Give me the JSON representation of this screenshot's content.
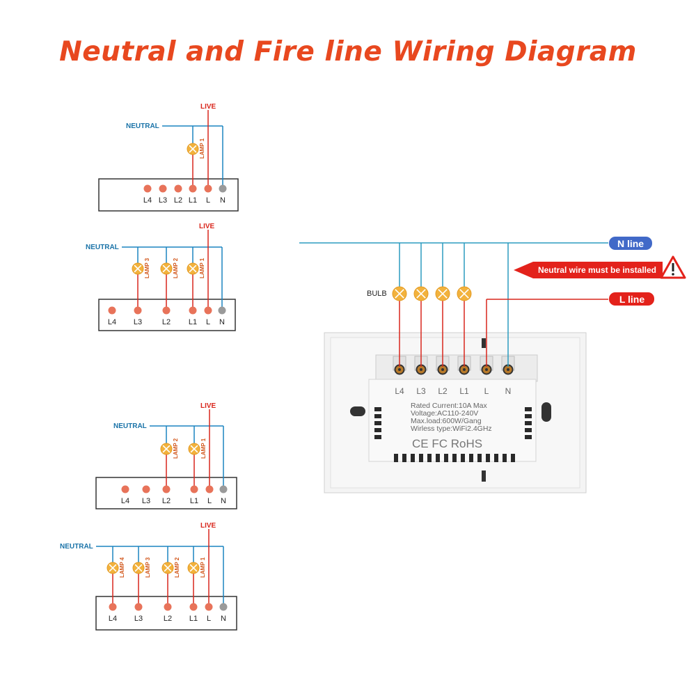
{
  "title": "Neutral and Fire line Wiring Diagram",
  "colors": {
    "title": "#e8481f",
    "neutral_wire": "#1a84c0",
    "live_wire": "#d9261c",
    "terminal": "#e8735a",
    "neutral_terminal": "#9a9a9a",
    "lamp": "#f2b23d"
  },
  "small_diagrams": [
    {
      "live_label": "LIVE",
      "neutral_label": "NEUTRAL",
      "terminals": [
        "L4",
        "L3",
        "L2",
        "L1",
        "L",
        "N"
      ],
      "lamps": [
        "LAMP 1"
      ]
    },
    {
      "live_label": "LIVE",
      "neutral_label": "NEUTRAL",
      "terminals": [
        "L4",
        "L3",
        "L2",
        "L1",
        "L",
        "N"
      ],
      "lamps": [
        "LAMP 3",
        "LAMP 2",
        "LAMP 1"
      ]
    },
    {
      "live_label": "LIVE",
      "neutral_label": "NEUTRAL",
      "terminals": [
        "L4",
        "L3",
        "L2",
        "L1",
        "L",
        "N"
      ],
      "lamps": [
        "LAMP 2",
        "LAMP 1"
      ]
    },
    {
      "live_label": "LIVE",
      "neutral_label": "NEUTRAL",
      "terminals": [
        "L4",
        "L3",
        "L2",
        "L1",
        "L",
        "N"
      ],
      "lamps": [
        "LAMP 4",
        "LAMP 3",
        "LAMP 2",
        "LAMP 1"
      ]
    }
  ],
  "main": {
    "n_line": "N line",
    "l_line": "L line",
    "warning": "Neutral wire must be installed",
    "bulb_label": "BULB",
    "terminals": [
      "L4",
      "L3",
      "L2",
      "L1",
      "L",
      "N"
    ],
    "spec": {
      "rated": "Rated Current:10A Max",
      "voltage": "Voltage:AC110-240V",
      "maxload": "Max.load:600W/Gang",
      "wireless": "Wirless type:WiFi2.4GHz"
    },
    "certs": "CE FC RoHS"
  }
}
